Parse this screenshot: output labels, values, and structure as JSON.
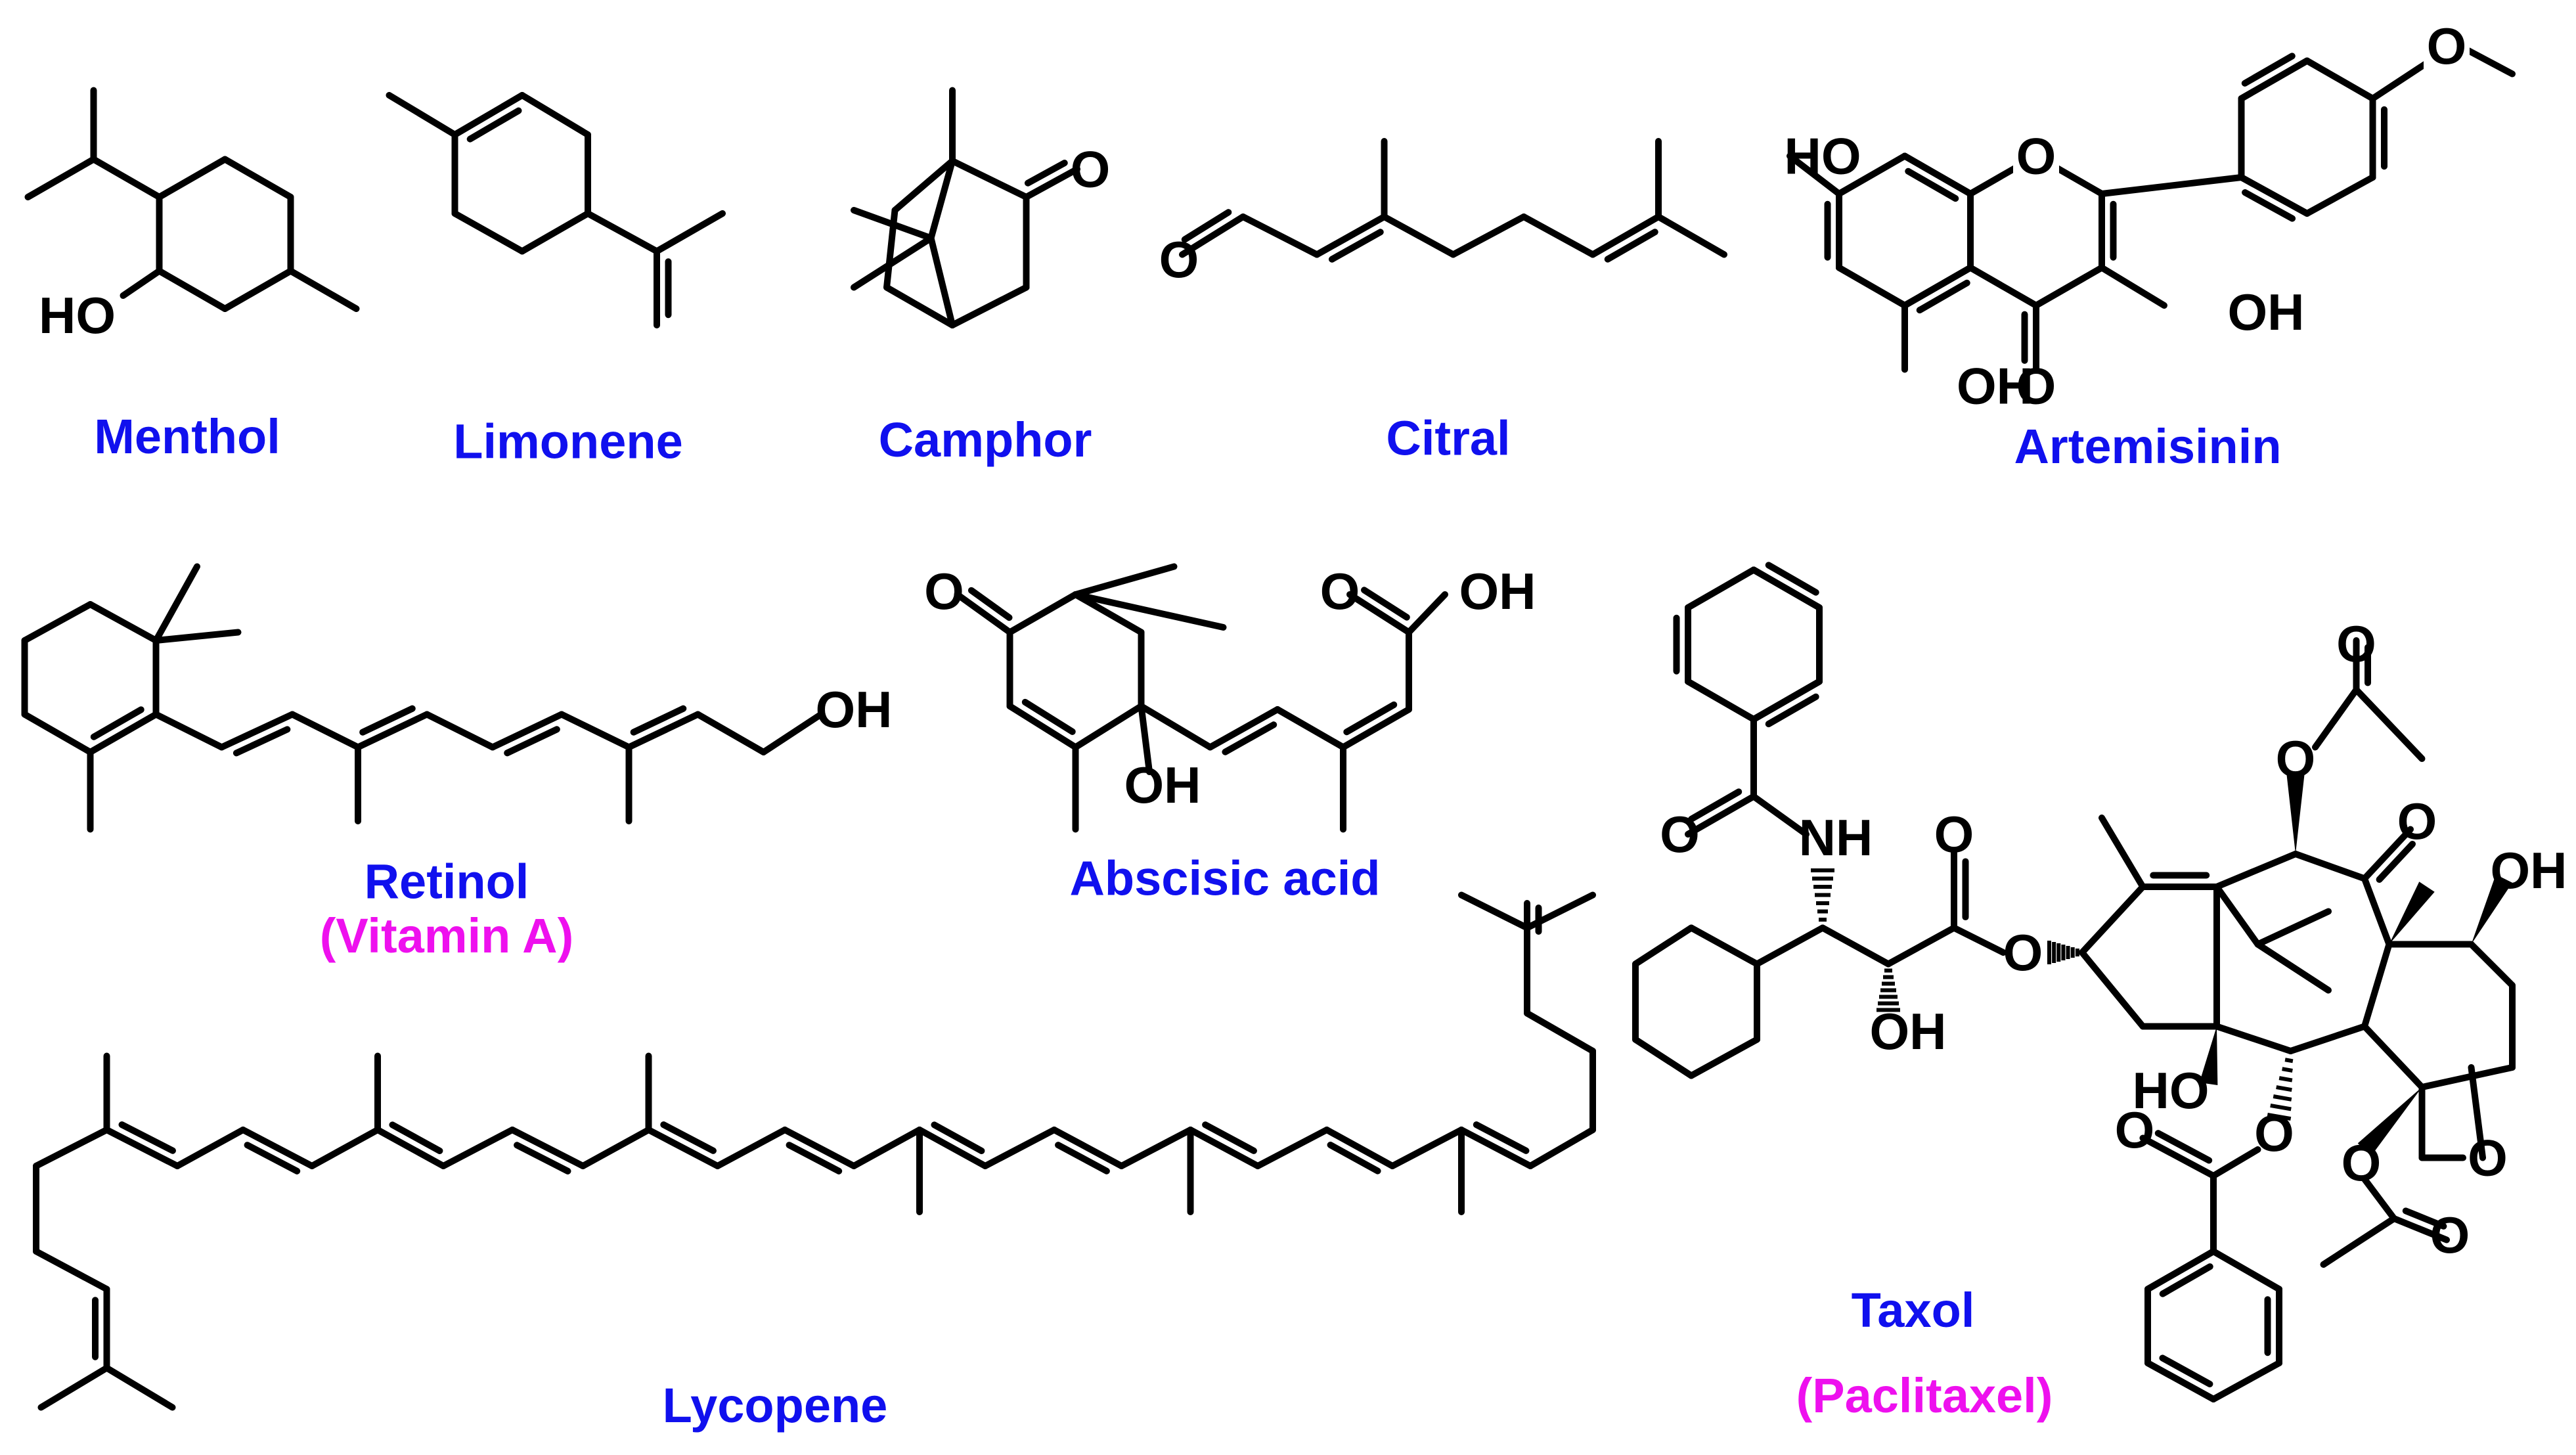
{
  "colors": {
    "name": "#1010ee",
    "alias": "#ee10ee",
    "bond": "#000000"
  },
  "molecules": [
    {
      "id": "menthol",
      "name": "Menthol"
    },
    {
      "id": "limonene",
      "name": "Limonene"
    },
    {
      "id": "camphor",
      "name": "Camphor"
    },
    {
      "id": "citral",
      "name": "Citral"
    },
    {
      "id": "artemisinin",
      "name": "Artemisinin"
    },
    {
      "id": "retinol",
      "name": "Retinol",
      "alias": "(Vitamin A)"
    },
    {
      "id": "abscisic",
      "name": "Abscisic acid"
    },
    {
      "id": "lycopene",
      "name": "Lycopene"
    },
    {
      "id": "taxol",
      "name": "Taxol",
      "alias": "(Paclitaxel)"
    }
  ],
  "atom_text": {
    "HO": "HO",
    "OH": "OH",
    "O": "O",
    "NH": "NH"
  }
}
